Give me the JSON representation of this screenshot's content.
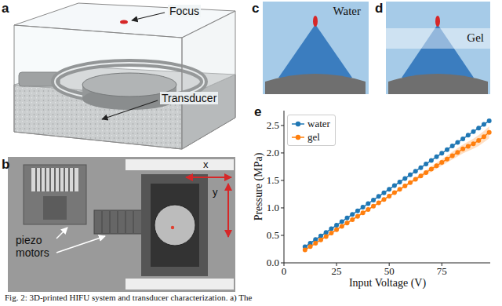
{
  "diagram": {
    "caption": "Fig. 2: 3D-printed HIFU system and transducer characterization. a) The",
    "nodes": [
      {
        "text": [
          "Water"
        ]
      },
      {
        "text": [
          "Gel"
        ]
      }
    ],
    "labels": [
      "a",
      "Focus",
      "Transducer",
      "b",
      "x",
      "y",
      "piezo motors",
      "c",
      "d",
      "e",
      "0",
      "25",
      "50",
      "75",
      "0.0",
      "0.5",
      "1.0",
      "1.5",
      "2.0",
      "2.5",
      "Input Voltage (V)",
      "Pressure (MPa)"
    ],
    "legend": [
      {
        "text": "water",
        "color": "#1f77b4"
      },
      {
        "text": "gel",
        "color": "#ff7f0e"
      }
    ]
  }
}
